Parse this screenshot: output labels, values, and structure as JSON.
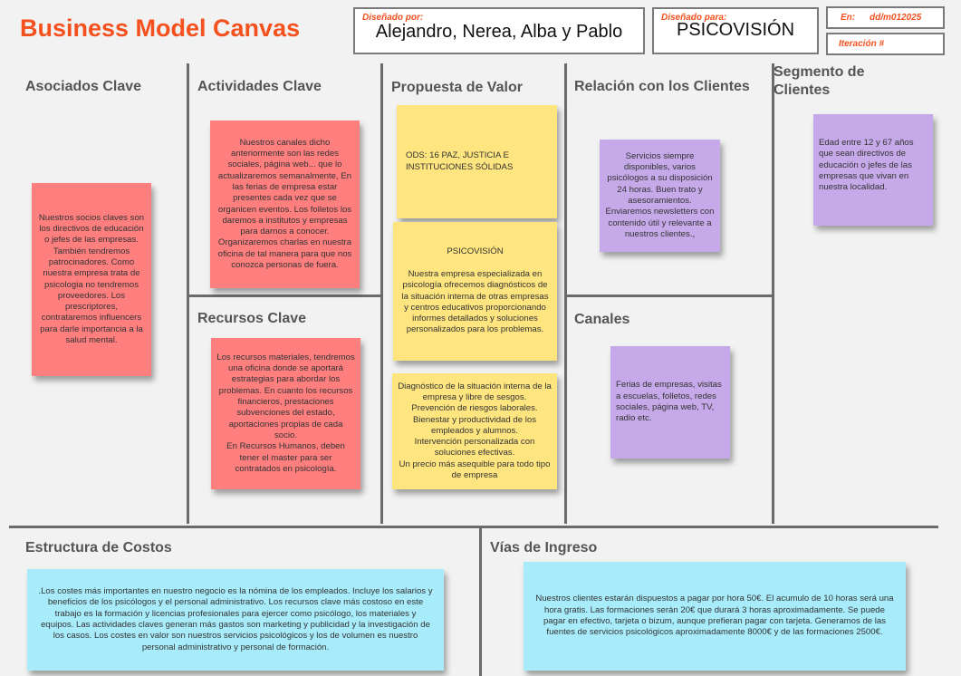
{
  "header": {
    "title": "Business Model Canvas",
    "designed_by_label": "Diseñado por:",
    "designed_by": "Alejandro, Nerea, Alba y Pablo",
    "designed_for_label": "Diseñado para:",
    "designed_for": "PSICOVISIÓN",
    "date_label": "En:",
    "date": "dd/m012025",
    "iteration_label": "Iteración #"
  },
  "sections": {
    "asociados": "Asociados Clave",
    "actividades": "Actividades Clave",
    "recursos": "Recursos Clave",
    "propuesta": "Propuesta de Valor",
    "relacion": "Relación con los Clientes",
    "canales": "Canales",
    "segmento": "Segmento de Clientes",
    "costos": "Estructura de Costos",
    "ingresos": "Vías de Ingreso"
  },
  "notes": {
    "asociados": "Nuestros socios claves son los directivos de educación o jefes de las empresas. También tendremos patrocinadores. Como nuestra empresa trata de psicologia no tendremos proveedores. Los prescriptores, contrataremos influencers para darle importancia a la salud mental.",
    "actividades": "Nuestros canales dicho anteriormente son las redes sociales, página web...  que lo actualizaremos semanalmente, En las ferias de empresa estar presentes cada vez que se organicen eventos. Los folletos los daremos a institutos y empresas para darnos a conocer. Organizaremos charlas en nuestra oficina de tal manera para que nos conozca personas de fuera.",
    "recursos": "Los recursos materiales, tendremos una oficina donde se aportará estrategias para abordar  los problemas. En cuanto los recursos financieros, prestaciones subvenciones del estado, aportaciones propias de cada socio.\nEn Recursos Humanos, deben tener el  master para ser contratados en psicología.",
    "ods": "ODS: 16 PAZ, JUSTICIA E INSTITUCIONES SÓLIDAS",
    "psicovision": "PSICOVISIÓN\n\nNuestra empresa especializada en psicología ofrecemos diagnósticos de la situación interna de otras empresas y centros educativos proporcionando informes detallados y soluciones personalizados para los problemas.",
    "diagnostico": "Diagnóstico de la situación interna de la empresa y libre de sesgos.\nPrevención de riesgos laborales.\nBienestar y productividad de los empleados y alumnos.\nIntervención personalizada con soluciones efectivas.\nUn precio más asequible para todo tipo de empresa",
    "relacion": "Servicios siempre disponibles, varios psicólogos a su disposición 24 horas. Buen trato y asesoramientos. Enviaremos newsletters con contenido útil y relevante a nuestros clientes.,",
    "canales": "Ferias de empresas, visitas a escuelas, folletos, redes sociales, página web, TV, radio etc.",
    "segmento": "Edad entre 12 y 67 años que sean directivos de educación o jefes de las empresas que vivan en nuestra localidad.",
    "costos": ".Los costes más importantes en nuestro negocio  es la nómina de los empleados. Incluye los salarios y beneficios de los psicólogos y el personal administrativo. Los recursos clave más costoso en este trabajo es la formación y licencias profesionales para ejercer como psicólogo, los materiales y equipos.  Las actividades claves generan más gastos son marketing y publicidad y la investigación de los casos. Los costes en valor son nuestros servicios psicológicos y los de volumen es nuestro personal administrativo y personal de formación.",
    "ingresos": "Nuestros clientes  estarán dispuestos a pagar por hora 50€. El acumulo de 10 horas será una hora gratis. Las formaciones serán 20€ que durará 3 horas aproximadamente. Se puede pagar en efectivo, tarjeta o bizum, aunque prefieran pagar con tarjeta. Generamos de las fuentes de servicios psicológicos aproximadamente  8000€ y de las formaciones 2500€."
  }
}
